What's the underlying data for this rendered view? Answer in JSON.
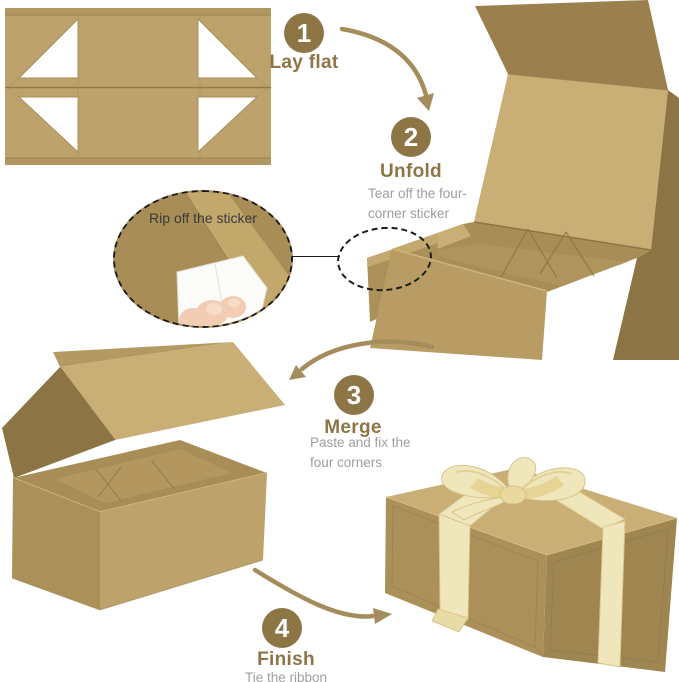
{
  "colors": {
    "accent": "#8E7546",
    "arrow": "#A58C5C",
    "subtitle-gray": "#9E9E9E",
    "label-dark": "#3A3A3A",
    "box-tan": "#BDA26C",
    "box-light": "#C9AE76",
    "box-mid": "#AB905A",
    "box-dark": "#8D7444",
    "box-olive": "#9B7F4C",
    "box-deep": "#A98D57",
    "ribbon": "#EFE6BC",
    "ribbon-edge": "#D8C184",
    "skin": "#F2CDB3",
    "background": "#FFFFFF"
  },
  "steps": [
    {
      "number": "1",
      "title": "Lay flat",
      "subtitle_lines": []
    },
    {
      "number": "2",
      "title": "Unfold",
      "subtitle_lines": [
        "Tear off the four-",
        "corner sticker"
      ]
    },
    {
      "number": "3",
      "title": "Merge",
      "subtitle_lines": [
        "Paste and fix the",
        "four corners"
      ]
    },
    {
      "number": "4",
      "title": "Finish",
      "subtitle_lines": [
        "Tie the ribbon"
      ]
    }
  ],
  "magnifier": {
    "label": "Rip off the sticker"
  },
  "illustrations": {
    "flat_box": "flat folded gift box blank with four corner cutouts",
    "unfold_box": "partially unfolded box with lid raised and corner flap out",
    "merge_box": "assembled open box with lid lifted",
    "finish_box": "closed gift box tied with a champagne ribbon bow"
  }
}
